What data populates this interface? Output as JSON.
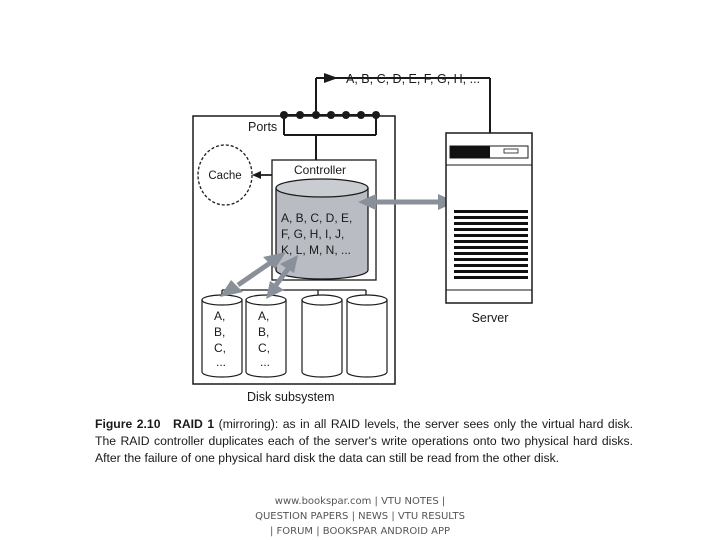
{
  "diagram": {
    "incoming_blocks": "A, B, C, D, E, F, G, H, ...",
    "ports_label": "Ports",
    "cache_label": "Cache",
    "controller_label": "Controller",
    "virtual_disk_lines": [
      "A, B, C, D, E,",
      "F, G, H, I, J,",
      "K, L, M, N, ..."
    ],
    "physical_disk_1_lines": [
      "A,",
      "B,",
      "C,",
      "..."
    ],
    "physical_disk_2_lines": [
      "A,",
      "B,",
      "C,",
      "..."
    ],
    "subsystem_label": "Disk subsystem",
    "server_label": "Server"
  },
  "caption": {
    "figure_label": "Figure 2.10",
    "title": "RAID 1",
    "text": "(mirroring): as in all RAID levels, the server sees only the virtual hard disk. The RAID controller duplicates each of the server's write operations onto two physical hard disks. After the failure of one physical hard disk the data can still be read from the other disk."
  },
  "footer": {
    "line1": "www.bookspar.com | VTU NOTES |",
    "line2": "QUESTION PAPERS | NEWS | VTU RESULTS",
    "line3": "| FORUM | BOOKSPAR ANDROID APP"
  },
  "colors": {
    "line": "#1a1a1a",
    "virtual_disk_fill": "#b9bcc2",
    "arrow": "#8a9099",
    "server_stripe": "#111111"
  }
}
